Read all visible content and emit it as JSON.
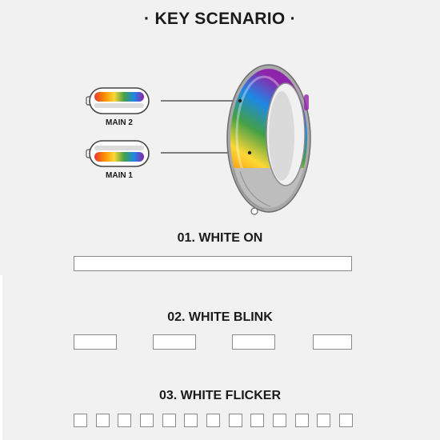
{
  "title": "· KEY SCENARIO ·",
  "diagram": {
    "labels": {
      "main2": "MAIN 2",
      "main1": "MAIN 1"
    },
    "rainbow": [
      "#e53935",
      "#fb8c00",
      "#fdd835",
      "#43a047",
      "#1e88e5",
      "#8e24aa"
    ]
  },
  "scenarios": [
    {
      "heading": "01. WHITE ON",
      "segments": 1
    },
    {
      "heading": "02. WHITE BLINK",
      "segments": 4
    },
    {
      "heading": "03. WHITE FLICKER",
      "segments": 13
    }
  ]
}
